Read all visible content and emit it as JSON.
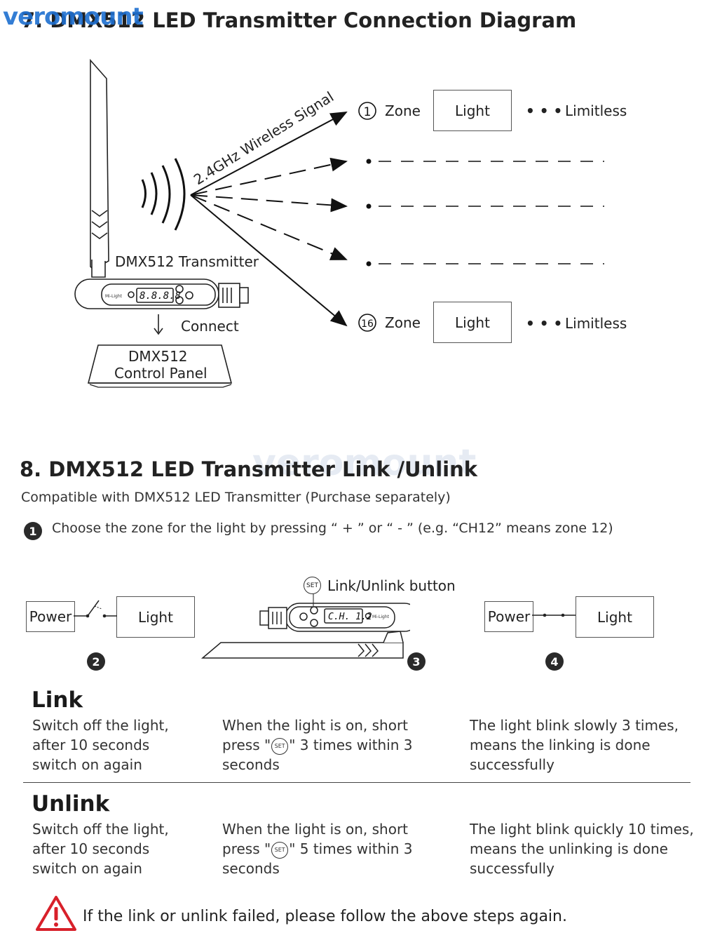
{
  "watermark": "veromount",
  "section7": {
    "title": "7. DMX512 LED Transmitter Connection Diagram",
    "signal_label": "2.4GHz Wireless Signal",
    "transmitter_label": "DMX512 Transmitter",
    "device_display": "8.8.8.8",
    "device_brand": "Mi-Light",
    "connect_label": "Connect",
    "panel_line1": "DMX512",
    "panel_line2": "Control Panel",
    "zones": [
      {
        "number": "1",
        "zone_label": "Zone",
        "light_label": "Light",
        "dots": "• • •",
        "limit_label": "Limitless"
      },
      {
        "number": "16",
        "zone_label": "Zone",
        "light_label": "Light",
        "dots": "• • •",
        "limit_label": "Limitless"
      }
    ]
  },
  "section8": {
    "title": "8. DMX512 LED Transmitter Link /Unlink",
    "subtitle": "Compatible with DMX512 LED Transmitter (Purchase separately)",
    "step1_number": "1",
    "step1_text": "Choose the zone for the light by pressing “ + ” or “ - ”  (e.g. “CH12” means zone 12)",
    "step2_number": "2",
    "step3_number": "3",
    "step4_number": "4",
    "power_label": "Power",
    "light_label": "Light",
    "power_label_2": "Power",
    "light_label_2": "Light",
    "set_icon_text": "SET",
    "link_button_label": "Link/Unlink button",
    "device_display": "C.H. 1.2",
    "device_brand": "Mi-Light",
    "link": {
      "heading": "Link",
      "col1": [
        "Switch off the light,",
        "after 10 seconds",
        "switch on again"
      ],
      "col2_a": "When the light is on, short",
      "col2_b_pre": "press \"",
      "col2_b_post": "\" 3 times within 3",
      "col2_c": "seconds",
      "col3": [
        "The light blink slowly 3 times,",
        "means the linking is done",
        "successfully"
      ]
    },
    "unlink": {
      "heading": "Unlink",
      "col1": [
        "Switch off the light,",
        "after 10 seconds",
        "switch on again"
      ],
      "col2_a": "When the light is on, short",
      "col2_b_pre": "press \"",
      "col2_b_post": "\" 5 times within 3",
      "col2_c": "seconds",
      "col3": [
        "The light blink quickly 10 times,",
        "means the unlinking is done",
        "successfully"
      ]
    },
    "warning": "If the link or unlink failed, please follow the above steps again."
  }
}
